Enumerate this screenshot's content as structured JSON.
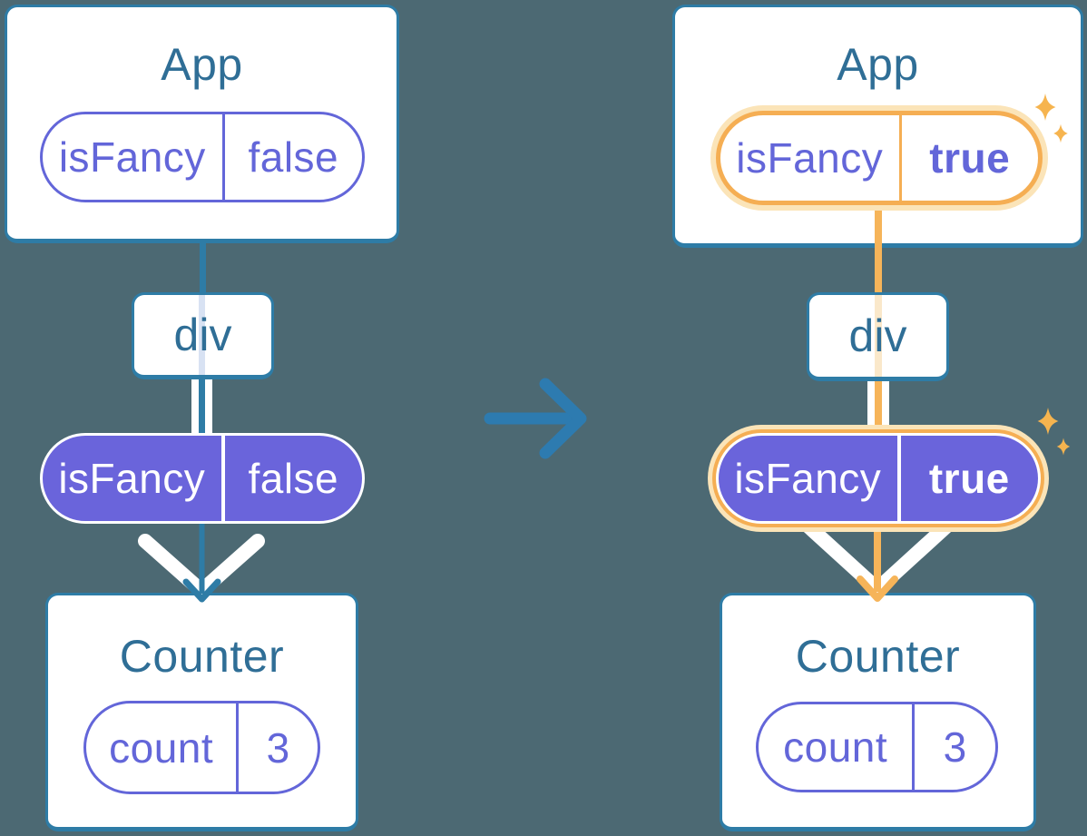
{
  "colors": {
    "background": "#4C6973",
    "box_border": "#2E7CA6",
    "title_text": "#2F6E96",
    "purple_outline": "#6366D9",
    "purple_fill": "#6A64DB",
    "highlight_orange": "#F5AE53",
    "highlight_glow": "#FBE4B8",
    "arrow_blue": "#2D7BB0",
    "white": "#FFFFFF"
  },
  "before": {
    "app": {
      "title": "App",
      "state": {
        "key": "isFancy",
        "value": "false"
      }
    },
    "middle": {
      "label": "div"
    },
    "passed_state": {
      "key": "isFancy",
      "value": "false"
    },
    "counter": {
      "title": "Counter",
      "state": {
        "key": "count",
        "value": "3"
      }
    }
  },
  "after": {
    "app": {
      "title": "App",
      "state": {
        "key": "isFancy",
        "value": "true"
      },
      "highlighted": true
    },
    "middle": {
      "label": "div"
    },
    "passed_state": {
      "key": "isFancy",
      "value": "true",
      "highlighted": true
    },
    "counter": {
      "title": "Counter",
      "state": {
        "key": "count",
        "value": "3"
      }
    }
  }
}
